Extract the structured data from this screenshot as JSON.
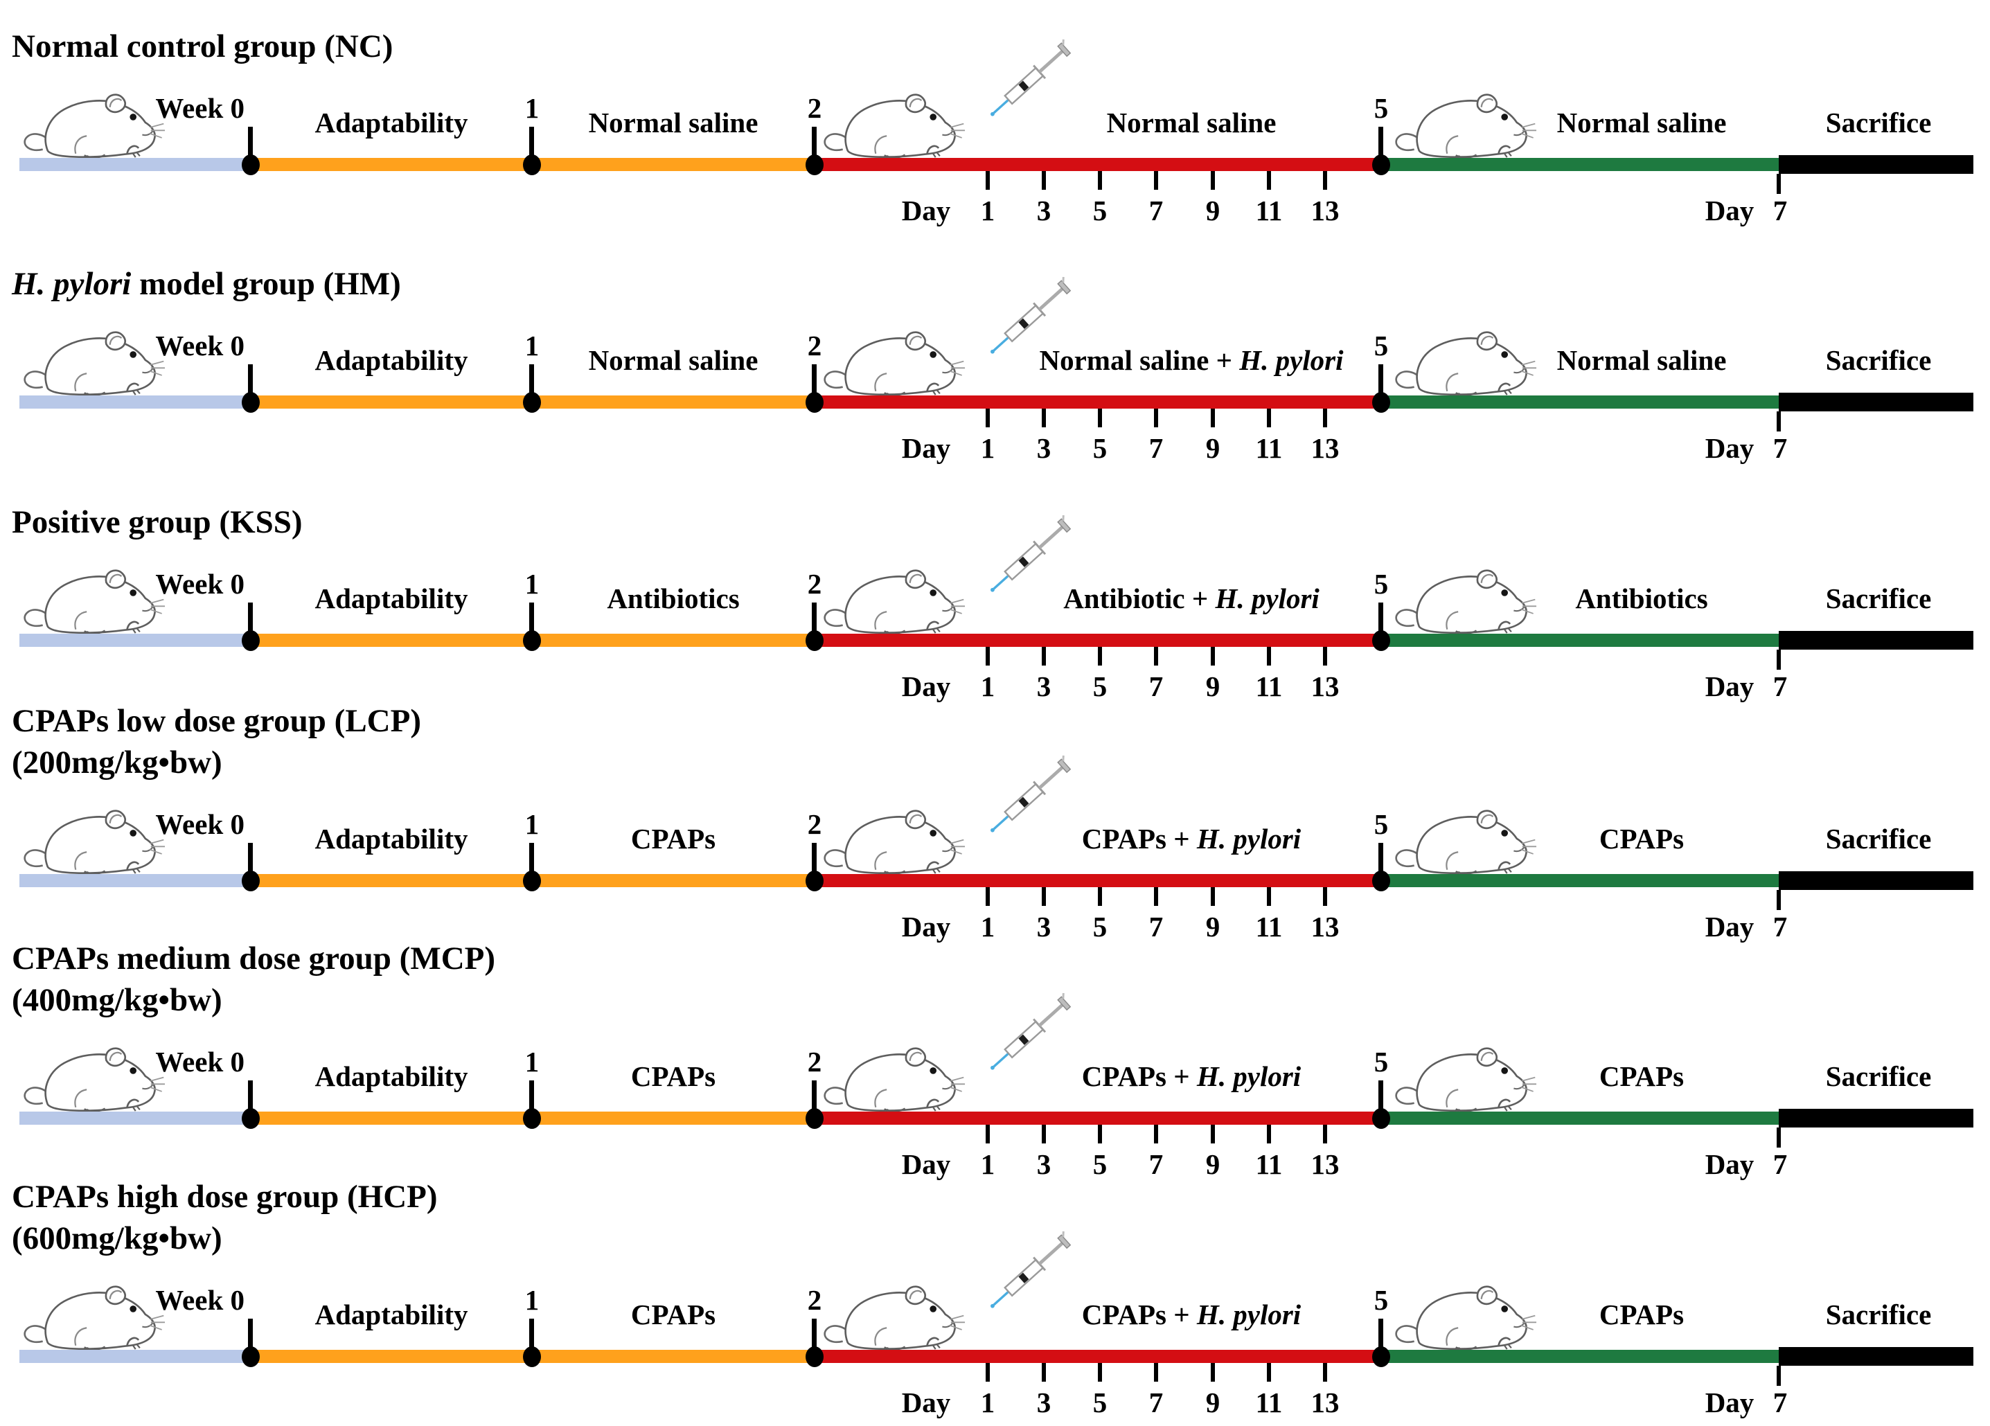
{
  "colors": {
    "baseline_blue": "#b8c8e8",
    "adaptability_orange": "#ffa11c",
    "infection_red": "#d40e13",
    "recovery_green": "#1e7a40",
    "sacrifice_black": "#000000",
    "syringe_blue": "#49ade0"
  },
  "timeline": {
    "week_start_label": "Week 0",
    "week_ticks": [
      "1",
      "2",
      "5"
    ],
    "day_axis_prefix": "Day",
    "day_ticks": [
      "1",
      "3",
      "5",
      "7",
      "9",
      "11",
      "13"
    ],
    "day7_prefix": "Day",
    "day7_value": "7"
  },
  "groups": [
    {
      "title_italic": "",
      "title_rest": "Normal control group (NC)",
      "subtitle": "",
      "adaptability_label": "Adaptability",
      "week1_label": "Normal saline",
      "main_prefix": "Normal saline",
      "main_italic": "",
      "week5_label": "Normal saline",
      "end_label": "Sacrifice"
    },
    {
      "title_italic": "H. pylori",
      "title_rest": " model group (HM)",
      "subtitle": "",
      "adaptability_label": "Adaptability",
      "week1_label": "Normal saline",
      "main_prefix": "Normal saline + ",
      "main_italic": "H. pylori",
      "week5_label": "Normal saline",
      "end_label": "Sacrifice"
    },
    {
      "title_italic": "",
      "title_rest": "Positive group (KSS)",
      "subtitle": "",
      "adaptability_label": "Adaptability",
      "week1_label": "Antibiotics",
      "main_prefix": "Antibiotic + ",
      "main_italic": "H. pylori",
      "week5_label": "Antibiotics",
      "end_label": "Sacrifice"
    },
    {
      "title_italic": "",
      "title_rest": "CPAPs low dose group (LCP)",
      "subtitle": "(200mg/kg•bw)",
      "adaptability_label": "Adaptability",
      "week1_label": "CPAPs",
      "main_prefix": "CPAPs + ",
      "main_italic": "H. pylori",
      "week5_label": "CPAPs",
      "end_label": "Sacrifice"
    },
    {
      "title_italic": "",
      "title_rest": "CPAPs medium dose group (MCP)",
      "subtitle": "(400mg/kg•bw)",
      "adaptability_label": "Adaptability",
      "week1_label": "CPAPs",
      "main_prefix": "CPAPs + ",
      "main_italic": "H. pylori",
      "week5_label": "CPAPs",
      "end_label": "Sacrifice"
    },
    {
      "title_italic": "",
      "title_rest": "CPAPs high dose group (HCP)",
      "subtitle": "(600mg/kg•bw)",
      "adaptability_label": "Adaptability",
      "week1_label": "CPAPs",
      "main_prefix": "CPAPs + ",
      "main_italic": "H. pylori",
      "week5_label": "CPAPs",
      "end_label": "Sacrifice"
    }
  ]
}
